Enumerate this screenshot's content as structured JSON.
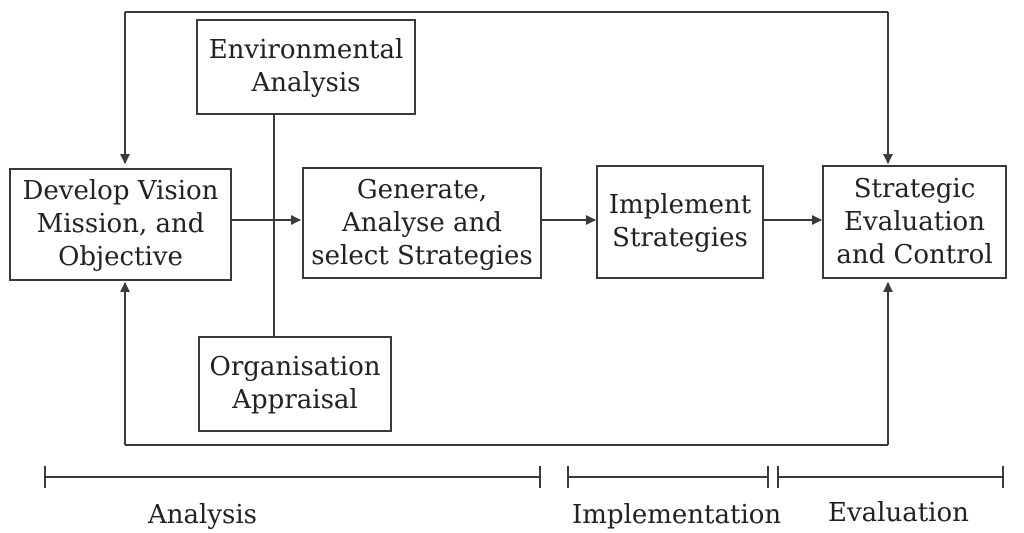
{
  "boxes": {
    "env_analysis": [
      "Environmental",
      "Analysis"
    ],
    "vision": [
      "Develop Vision",
      "Mission, and",
      "Objective"
    ],
    "strategies": [
      "Generate,",
      "Analyse and",
      "select Strategies"
    ],
    "implement": [
      "Implement",
      "Strategies"
    ],
    "evaluation": [
      "Strategic",
      "Evaluation",
      "and Control"
    ],
    "org_appraisal": [
      "Organisation",
      "Appraisal"
    ]
  },
  "phases": {
    "analysis": "Analysis",
    "implementation": "Implementation",
    "evaluation": "Evaluation"
  },
  "colors": {
    "line": "#3a3a3a",
    "text": "#222222"
  }
}
